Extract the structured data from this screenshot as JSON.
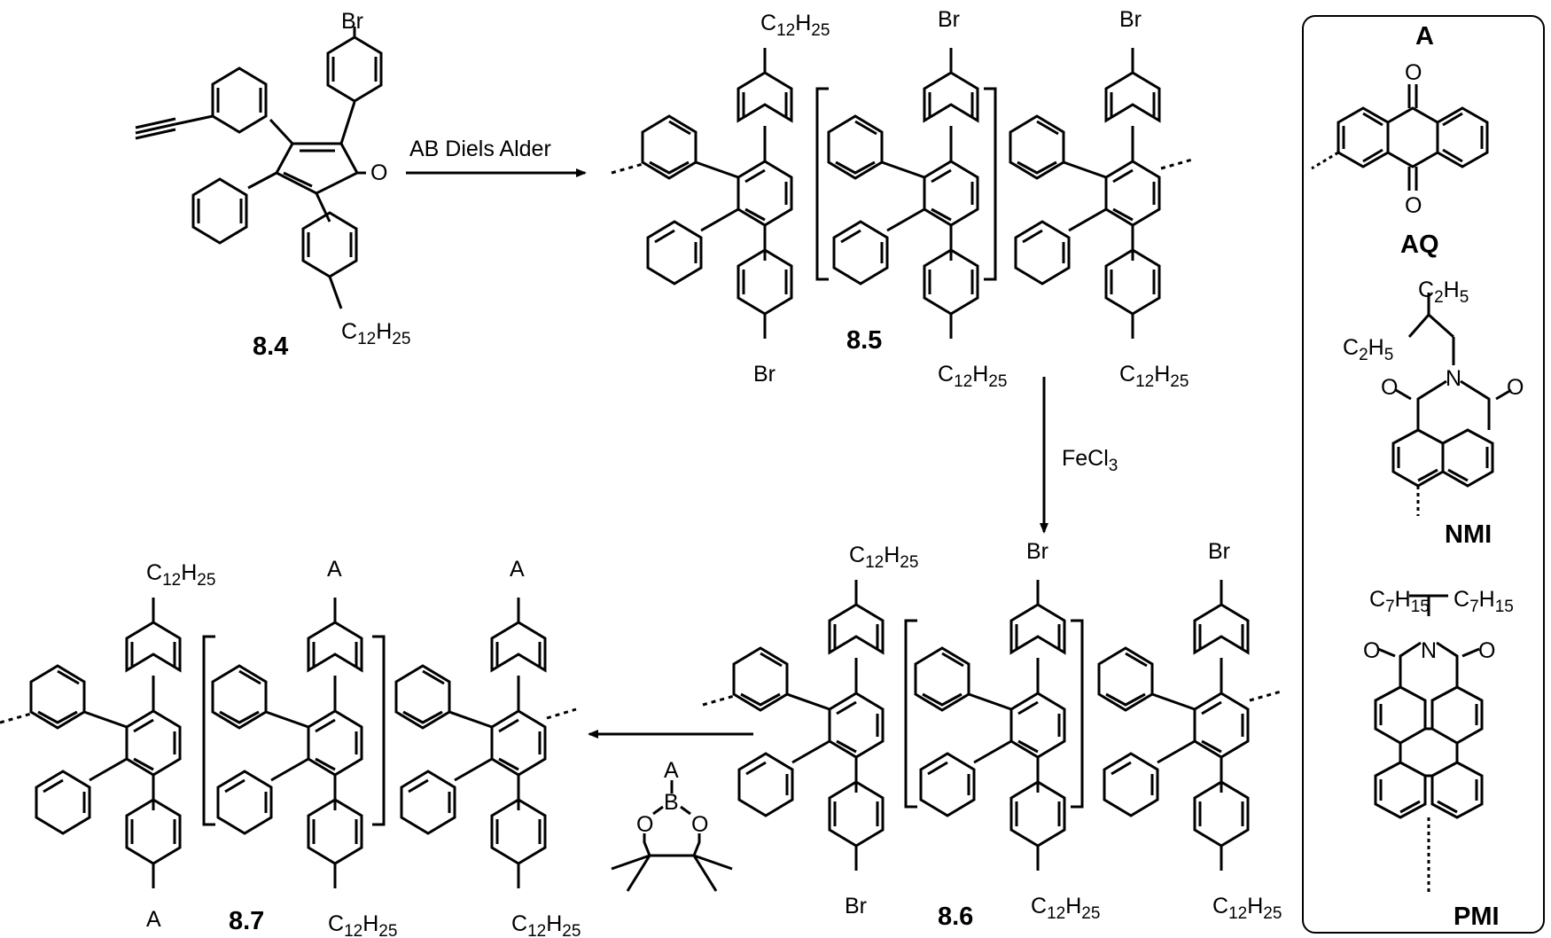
{
  "step1": {
    "reagent": "AB Diels Alder"
  },
  "step2": {
    "reagent": "FeCl",
    "reagent_sub": "3"
  },
  "compounds": {
    "c84": "8.4",
    "c85": "8.5",
    "c86": "8.6",
    "c87": "8.7"
  },
  "atoms": {
    "br": "Br",
    "a": "A",
    "o": "O",
    "n": "N",
    "b": "B",
    "c": "C",
    "h": "H"
  },
  "subs": {
    "s12": "12",
    "s25": "25",
    "s2": "2",
    "s5": "5",
    "s7": "7",
    "s15": "15"
  },
  "panel": {
    "title": "A",
    "aq": "AQ",
    "nmi": "NMI",
    "pmi": "PMI"
  }
}
